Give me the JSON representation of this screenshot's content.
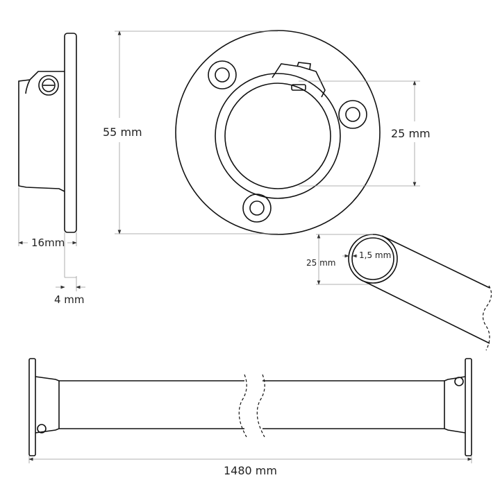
{
  "dimensions": {
    "flange_diameter": "55 mm",
    "inner_diameter": "25 mm",
    "side_depth": "16mm",
    "plate_thickness": "4 mm",
    "tube_diameter": "25 mm",
    "wall_thickness": "1,5 mm",
    "rod_length": "1480 mm"
  },
  "colors": {
    "line": "#111111",
    "dimension_line": "#999999",
    "background": "#ffffff"
  }
}
